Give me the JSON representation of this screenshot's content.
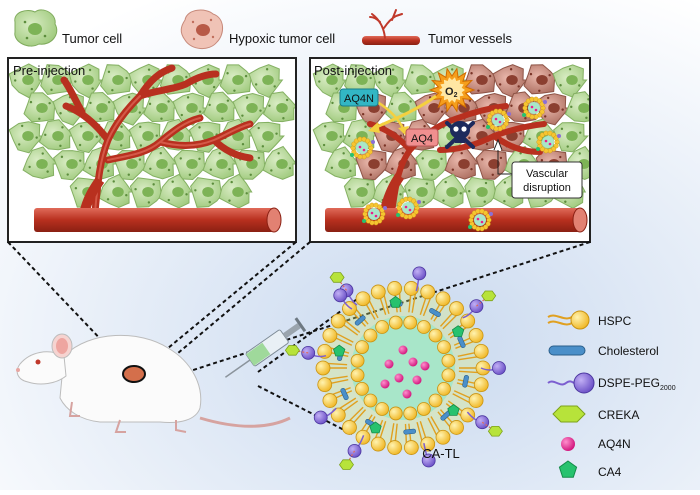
{
  "legend": {
    "tumor_cell": "Tumor cell",
    "hypoxic_tumor_cell": "Hypoxic tumor cell",
    "tumor_vessels": "Tumor vessels"
  },
  "panels": {
    "pre_title": "Pre-injection",
    "post_title": "Post-injection"
  },
  "labels": {
    "o2_main": "O",
    "o2_sub": "2",
    "aq4n": "AQ4N",
    "aq4": "AQ4",
    "vascular_line1": "Vascular",
    "vascular_line2": "disruption",
    "particle_name": "CA-TL"
  },
  "components": {
    "hspc": "HSPC",
    "cholesterol": "Cholesterol",
    "dspe_main": "DSPE-PEG",
    "dspe_sub": "2000",
    "creka": "CREKA",
    "aq4n": "AQ4N",
    "ca4": "CA4"
  },
  "colors": {
    "tumor_cell": "#b9d79a",
    "hypoxic_cell": "#e2a79a",
    "vessel": "#c0392b",
    "hspc_head": "#f6c531",
    "cholesterol": "#4a8fc9",
    "dspe_head": "#8b6fd6",
    "creka": "#b7e33a",
    "aq4n": "#e91e8c",
    "ca4": "#27c26e",
    "aq4n_box": "#32b6c4",
    "aq4_box": "#f08f8f"
  }
}
